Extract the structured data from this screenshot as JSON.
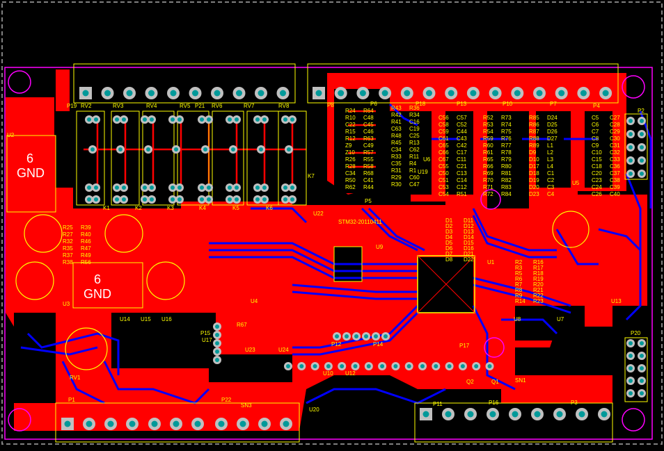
{
  "board_title": "STM32-20110411",
  "gnd_labels": [
    {
      "num": "6",
      "name": "GND"
    },
    {
      "num": "6",
      "name": "GND"
    }
  ],
  "connector_labels": [
    "P19",
    "RV2",
    "RV3",
    "RV4",
    "RV5",
    "P21",
    "RV6",
    "RV7",
    "RV8",
    "P8",
    "P6",
    "P18",
    "P13",
    "P10",
    "P7",
    "P4",
    "P2",
    "P1",
    "P22",
    "P11",
    "P16",
    "P3",
    "P20",
    "P5",
    "P12",
    "P14",
    "P15",
    "P17",
    "K1",
    "K2",
    "K3",
    "K4",
    "K5",
    "K6",
    "K7",
    "U1",
    "U2",
    "U3",
    "U4",
    "U5",
    "U6",
    "U7",
    "U8",
    "U9",
    "U10",
    "U12",
    "U13",
    "U14",
    "U15",
    "U16",
    "U17",
    "U19",
    "U20",
    "U22",
    "U23",
    "U24",
    "SN1",
    "SN3",
    "Q1",
    "Q2",
    "RV1"
  ],
  "component_labels": [
    "R24",
    "R10",
    "C22",
    "R15",
    "R12",
    "Z9",
    "Z10",
    "R26",
    "R28",
    "C34",
    "R50",
    "R62",
    "R64",
    "C48",
    "C45",
    "C46",
    "R63",
    "C49",
    "R57",
    "R55",
    "R58",
    "R68",
    "C41",
    "R44",
    "R43",
    "R42",
    "R41",
    "C63",
    "R48",
    "R45",
    "C34",
    "R33",
    "C35",
    "R31",
    "R29",
    "R30",
    "R36",
    "R34",
    "C16",
    "C19",
    "C25",
    "R13",
    "C62",
    "R11",
    "R4",
    "R1",
    "C60",
    "C47",
    "C56",
    "C58",
    "C59",
    "C61",
    "C65",
    "C66",
    "C67",
    "C55",
    "C50",
    "C51",
    "C53",
    "C54",
    "C57",
    "C52",
    "C44",
    "C43",
    "C42",
    "C17",
    "C11",
    "C21",
    "C13",
    "C14",
    "C12",
    "R51",
    "R52",
    "R53",
    "R54",
    "R59",
    "R60",
    "R61",
    "R65",
    "R66",
    "R69",
    "R70",
    "R71",
    "R72",
    "R73",
    "R74",
    "R75",
    "R76",
    "R77",
    "R78",
    "R79",
    "R80",
    "R81",
    "R82",
    "R83",
    "R84",
    "R85",
    "R86",
    "R87",
    "R88",
    "R89",
    "D9",
    "D10",
    "D17",
    "D18",
    "D19",
    "D20",
    "D23",
    "D24",
    "D25",
    "D26",
    "D27",
    "L1",
    "L2",
    "L3",
    "L4",
    "C1",
    "C2",
    "C3",
    "C4",
    "C5",
    "C6",
    "C7",
    "C8",
    "C9",
    "C10",
    "C15",
    "C18",
    "C20",
    "C23",
    "C24",
    "C26",
    "C27",
    "C28",
    "C29",
    "C30",
    "C31",
    "C32",
    "C33",
    "C36",
    "C37",
    "C38",
    "C39",
    "C40",
    "D1",
    "D2",
    "D3",
    "D4",
    "D5",
    "D6",
    "D7",
    "D8",
    "D11",
    "D12",
    "D13",
    "D14",
    "D15",
    "D16",
    "D21",
    "D22",
    "R2",
    "R3",
    "R5",
    "R6",
    "R7",
    "R8",
    "R9",
    "R14",
    "R16",
    "R17",
    "R18",
    "R19",
    "R20",
    "R21",
    "R22",
    "R23",
    "R25",
    "R27",
    "R32",
    "R35",
    "R37",
    "R38",
    "R39",
    "R40",
    "R46",
    "R47",
    "R49",
    "R56",
    "R67"
  ],
  "colors": {
    "background": "#000000",
    "top_copper": "#ff0000",
    "bottom_copper": "#0000ff",
    "silkscreen": "#ffff00",
    "board_outline": "#ff00ff",
    "pad": "#c0c0c0",
    "via_hole": "#00aaaa",
    "keepout": "#808080"
  }
}
